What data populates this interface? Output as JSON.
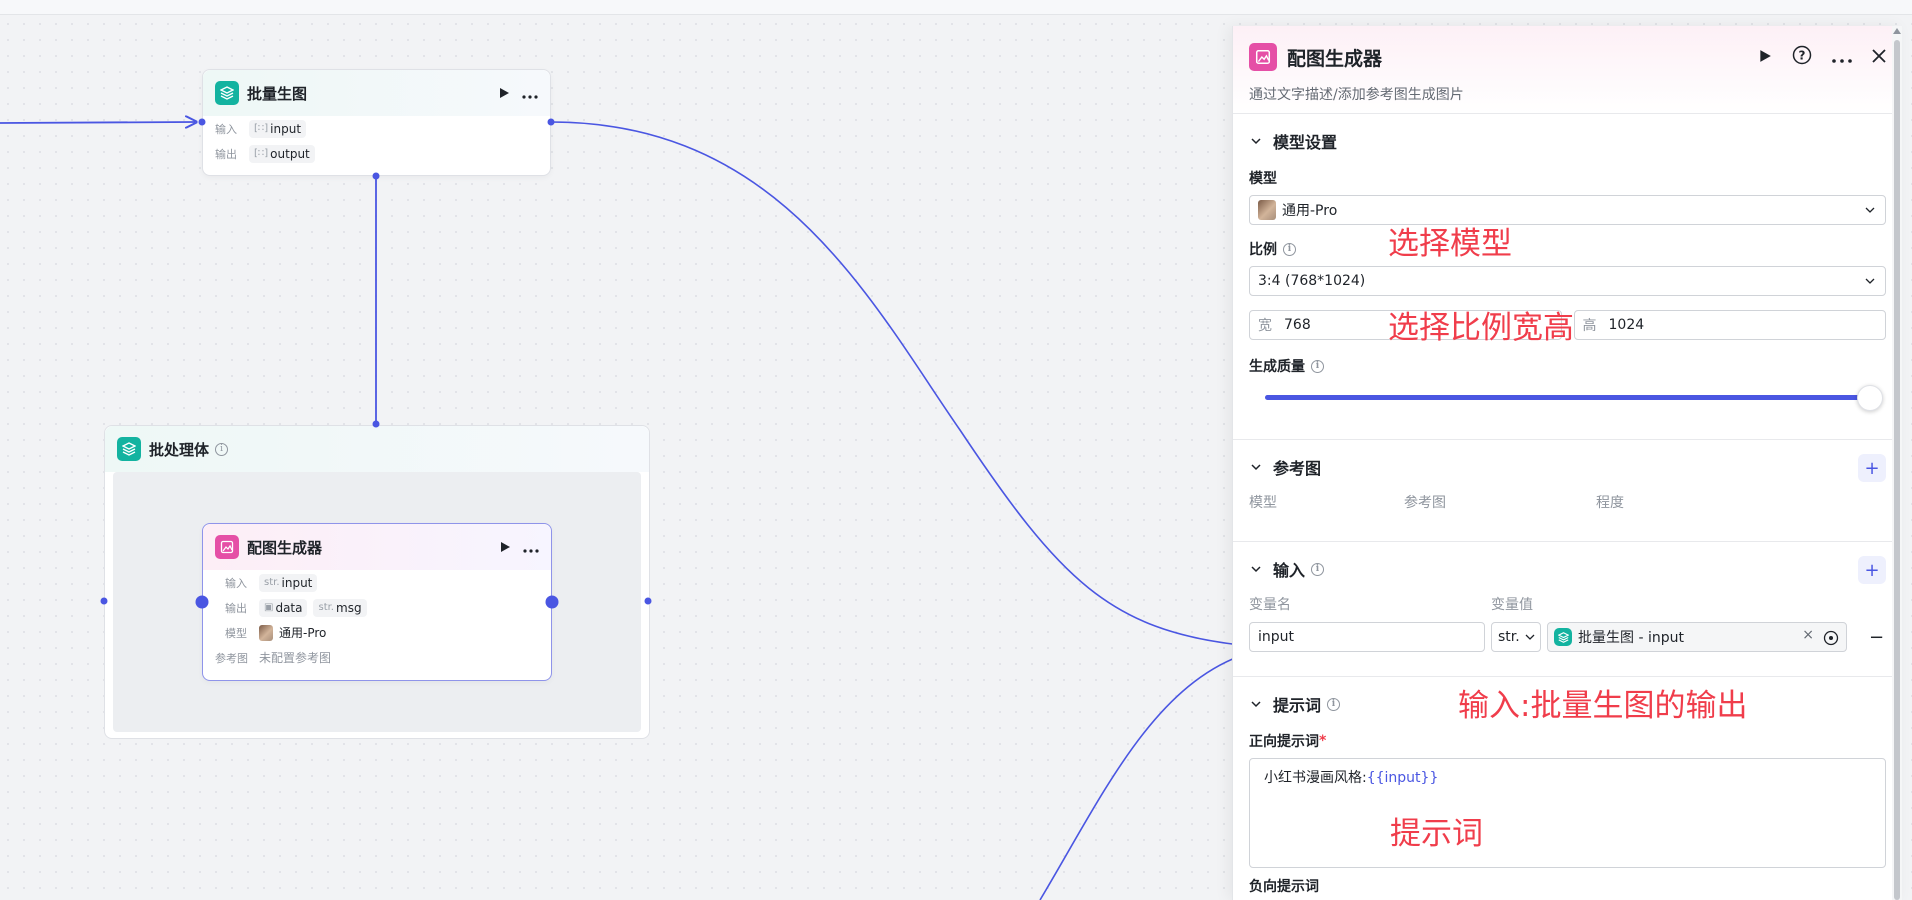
{
  "nodes": {
    "batch": {
      "title": "批量生图",
      "input_label": "输入",
      "input_value": "input",
      "output_label": "输出",
      "output_value": "output"
    },
    "group": {
      "title": "批处理体"
    },
    "image_gen": {
      "title": "配图生成器",
      "input_label": "输入",
      "input_type": "str.",
      "input_value": "input",
      "output_label": "输出",
      "output_data": "data",
      "output_type": "str.",
      "output_msg": "msg",
      "model_label": "模型",
      "model_value": "通用-Pro",
      "ref_label": "参考图",
      "ref_value": "未配置参考图"
    }
  },
  "panel": {
    "title": "配图生成器",
    "description": "通过文字描述/添加参考图生成图片",
    "model_section": {
      "title": "模型设置",
      "model_label": "模型",
      "model_value": "通用-Pro",
      "ratio_label": "比例",
      "ratio_value": "3:4 (768*1024)",
      "width_label": "宽",
      "width_value": "768",
      "height_label": "高",
      "height_value": "1024",
      "quality_label": "生成质量",
      "quality_fraction": 1.0
    },
    "ref_section": {
      "title": "参考图",
      "col_model": "模型",
      "col_ref": "参考图",
      "col_degree": "程度"
    },
    "input_section": {
      "title": "输入",
      "col_name": "变量名",
      "col_value": "变量值",
      "var_name": "input",
      "var_type": "str.",
      "var_ref": "批量生图 - input"
    },
    "prompt_section": {
      "title": "提示词",
      "positive_label": "正向提示词",
      "required_mark": "*",
      "positive_text": "小红书漫画风格:",
      "positive_var": "{{input}}",
      "negative_label": "负向提示词"
    }
  },
  "annotations": {
    "select_model": "选择模型",
    "select_ratio": "选择比例宽高",
    "input_note": "输入:批量生图的输出",
    "prompt_note": "提示词"
  },
  "colors": {
    "accent": "#4a56e2",
    "annotation": "#f03d4b",
    "teal_badge": "#13b3a0",
    "pink_badge": "#e54fa6"
  },
  "icons": {
    "run": "play-icon",
    "more": "more-dots-icon",
    "help": "help-icon",
    "close": "close-icon",
    "chevron": "chevron-down-icon",
    "layers": "layers-icon",
    "image": "image-icon",
    "info": "info-icon",
    "plus": "plus-icon",
    "minus": "minus-icon",
    "settings": "variable-settings-icon"
  }
}
